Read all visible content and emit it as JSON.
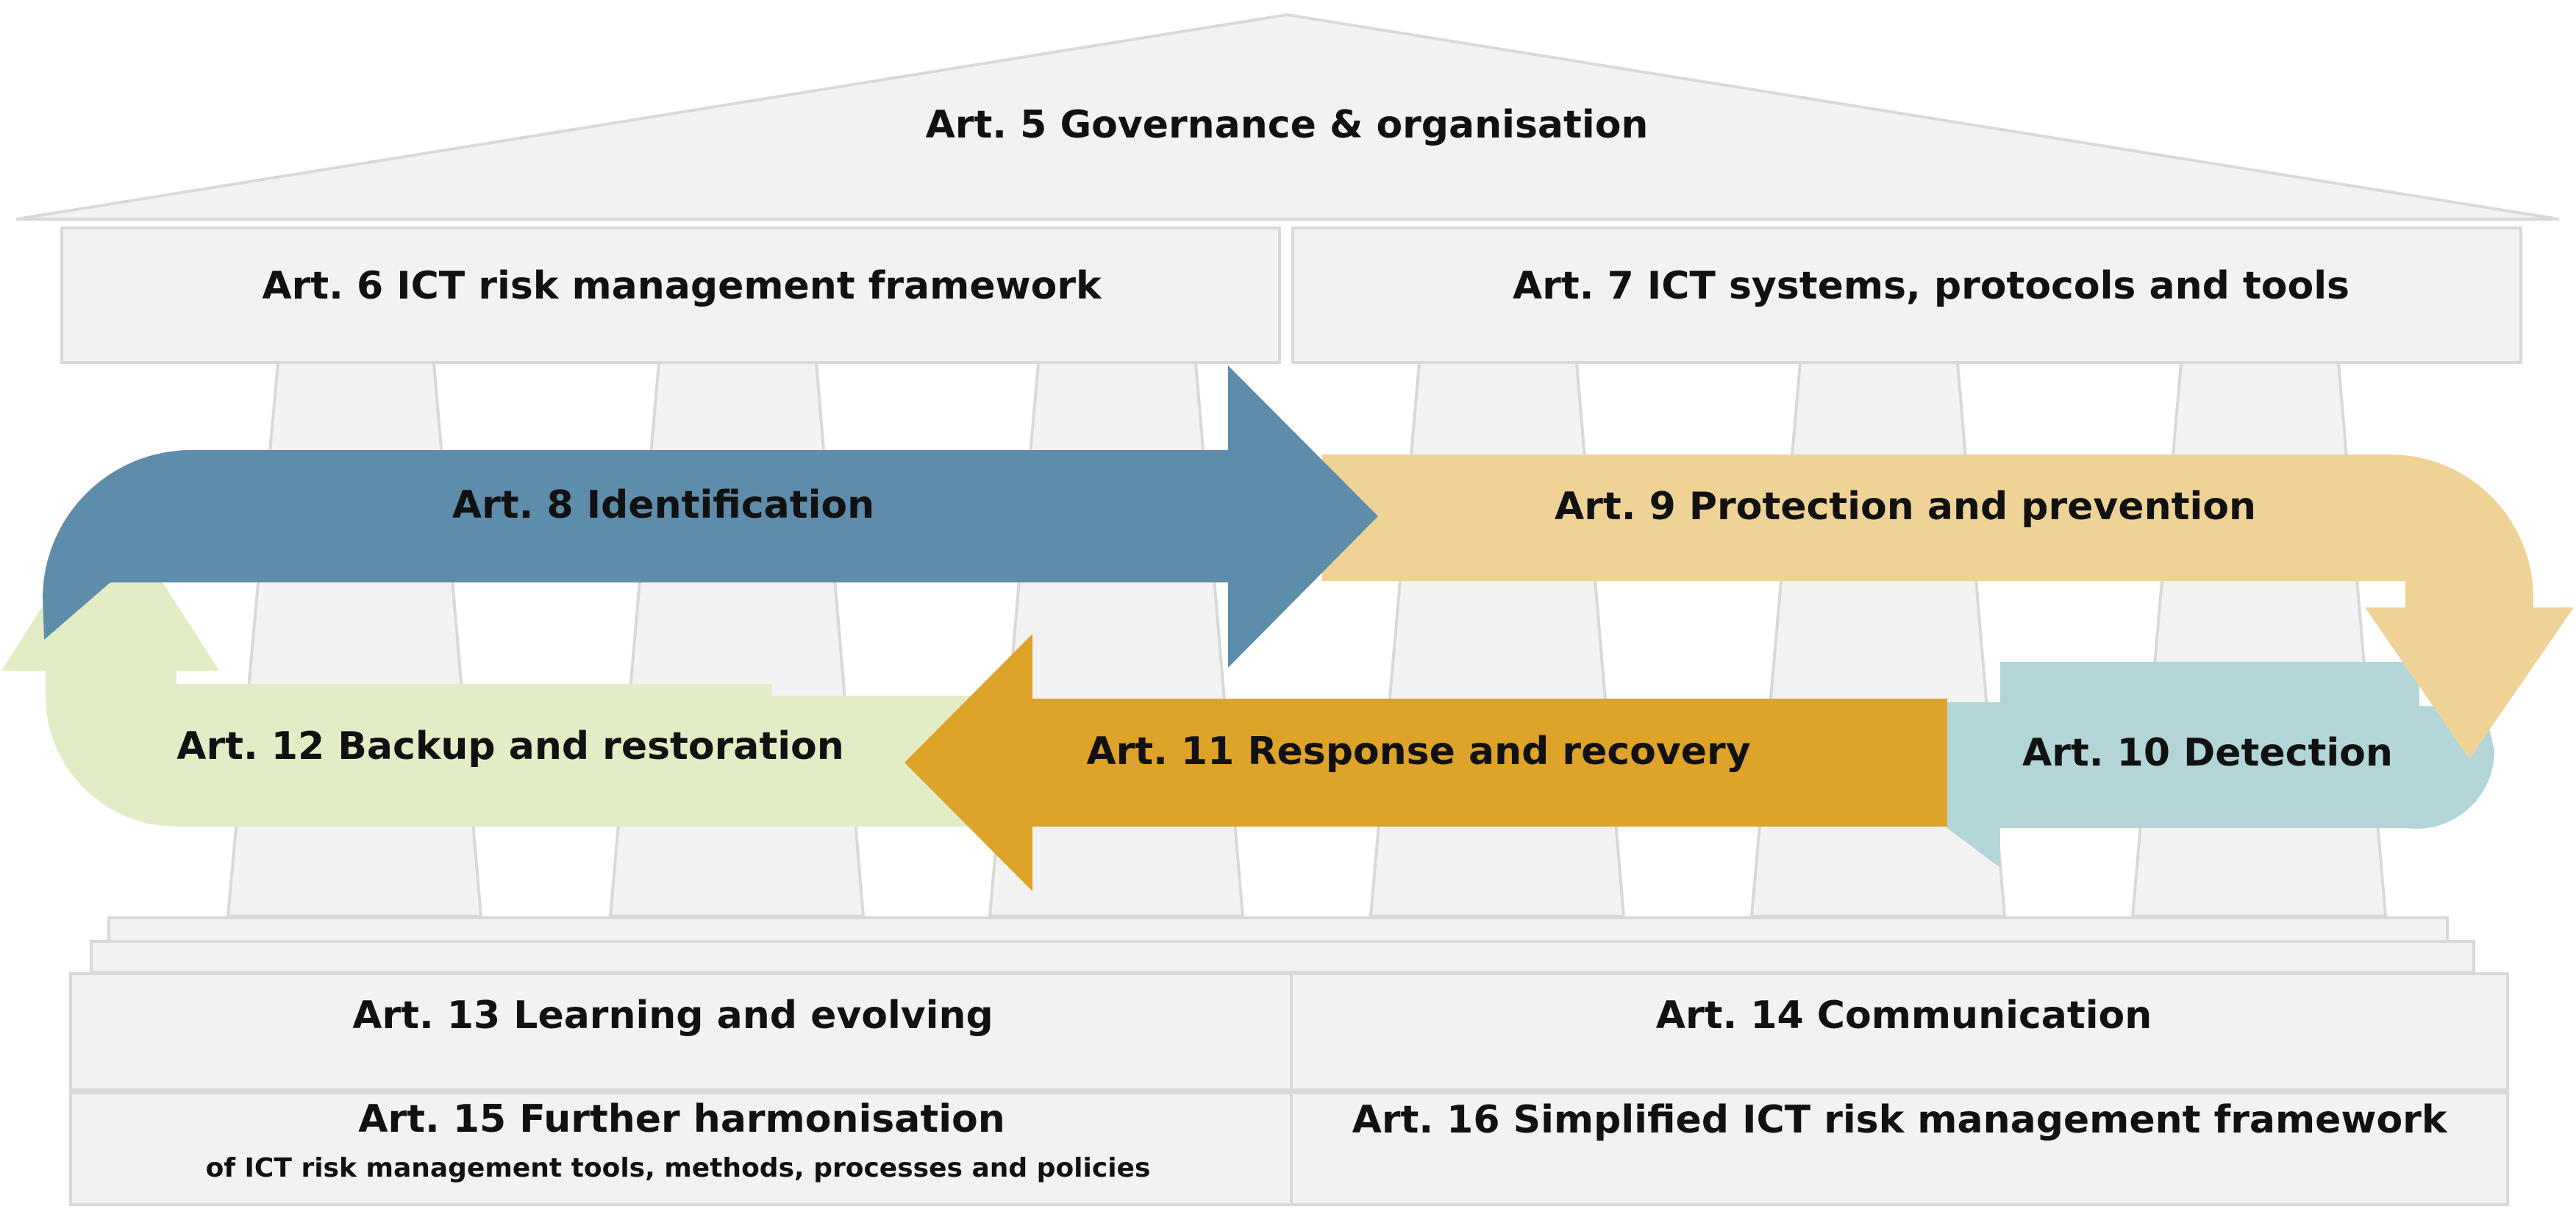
{
  "roof": {
    "label": "Art. 5 Governance & organisation"
  },
  "beams": {
    "left": "Art. 6 ICT risk management framework",
    "right": "Art. 7 ICT systems, protocols and tools"
  },
  "cycle": {
    "identification": "Art. 8 Identification",
    "protection": "Art. 9 Protection and prevention",
    "detection": "Art. 10 Detection",
    "response": "Art. 11 Response and recovery",
    "backup": "Art. 12 Backup and restoration"
  },
  "base": {
    "learning": "Art. 13 Learning and evolving",
    "communication": "Art. 14 Communication",
    "harmonisation_title": "Art. 15 Further harmonisation",
    "harmonisation_sub": "of ICT risk management tools, methods, processes and policies",
    "simplified": "Art. 16 Simplified ICT risk management framework"
  },
  "colors": {
    "structure_fill": "#f2f2f2",
    "structure_stroke": "#d9d9d9",
    "identification": "#5e8cab",
    "protection": "#efd396",
    "detection": "#b2d6d8",
    "response": "#dea329",
    "backup": "#e2edc6"
  }
}
